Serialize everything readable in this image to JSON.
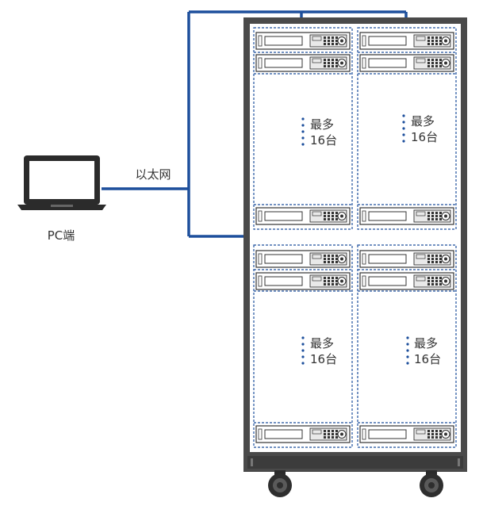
{
  "labels": {
    "ethernet": "以太网",
    "pc": "PC端",
    "zones": [
      {
        "line1": "最多",
        "line2": "16台"
      },
      {
        "line1": "最多",
        "line2": "16台"
      },
      {
        "line1": "最多",
        "line2": "16台"
      },
      {
        "line1": "最多",
        "line2": "16台"
      }
    ]
  },
  "colors": {
    "network": "#1d4f9c",
    "rack_frame": "#4a4a4a",
    "rack_inner": "#ffffff",
    "zone_border": "#1d4f9c",
    "device_outline": "#333333"
  },
  "icons": {
    "pc": "laptop-icon",
    "device": "instrument-unit-icon",
    "wheel": "caster-wheel-icon"
  }
}
